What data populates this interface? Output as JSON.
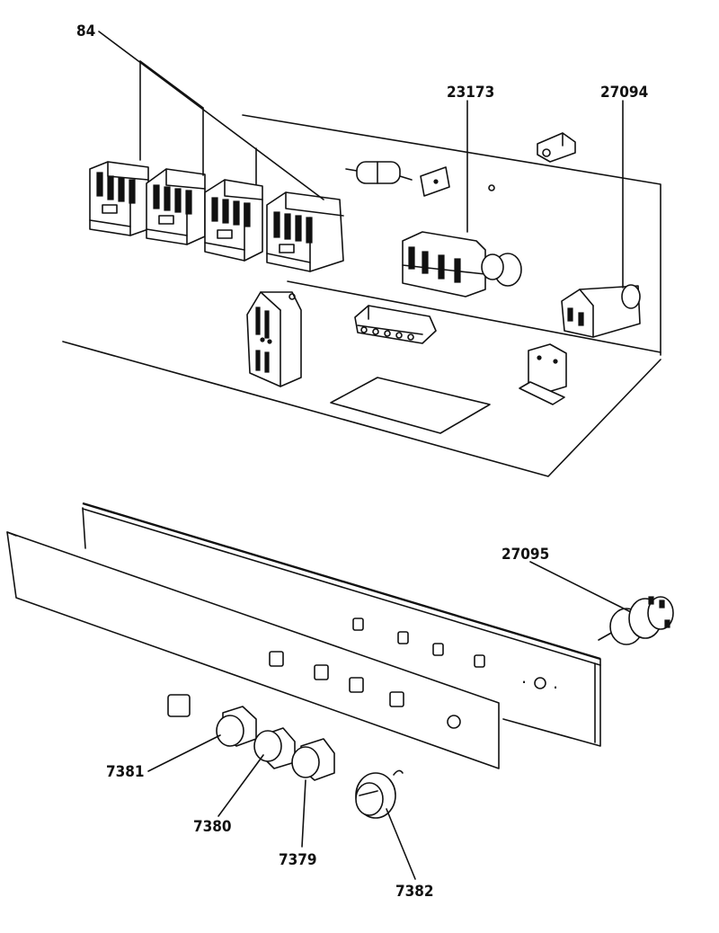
{
  "callouts": {
    "contactors": "84",
    "control_relay": "23173",
    "capacitor": "27094",
    "rotary_switch": "27095",
    "pilot_light_1": "7381",
    "pilot_light_2": "7380",
    "pilot_light_3": "7379",
    "control_knob": "7382"
  }
}
